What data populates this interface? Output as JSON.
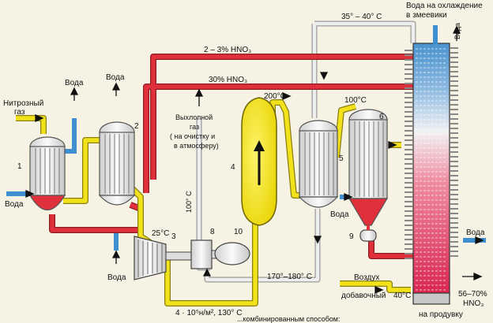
{
  "labels": {
    "nitrous_gas_1": "Нитрозный",
    "nitrous_gas_2": "газ",
    "water_top_1": "Вода",
    "water_top_2": "Вода",
    "water_left_in": "Вода",
    "water_bottom_2": "Вода",
    "hno3_weak": "2 – 3% HNO₃",
    "hno3_30": "30% HNO₃",
    "exhaust_1": "Выхлопной",
    "exhaust_2": "газ",
    "exhaust_3": "( на очистку и",
    "exhaust_4": "в атмосферу)",
    "temp_100c_vertical": "100° C",
    "temp_25c": "25°C",
    "pressure_temp": "4 · 10⁵н/м², 130° C",
    "temp_200c": "200°C",
    "temp_170_180": "170°–180° C",
    "temp_35_40": "35° – 40° C",
    "water_cooling_1": "Вода на охлаждение",
    "water_cooling_2": "в змеевики",
    "temp_100c_right": "100°C",
    "water_mid_right": "Вода",
    "water_side_right": "Вода",
    "water_top_right": "Вода",
    "air": "Воздух",
    "additional": "добавочный",
    "temp_40c": "40°C",
    "product_1": "56–70%",
    "product_2": "HNO₃",
    "to_blowing": "на продувку",
    "bottom_caption": "...комбинированным способом:"
  },
  "numbers": {
    "n1": "1",
    "n2": "2",
    "n3": "3",
    "n4": "4",
    "n5": "5",
    "n6": "6",
    "n8": "8",
    "n9": "9",
    "n10": "10"
  },
  "colors": {
    "background": "#f6f2e4",
    "red_line": "#e0303c",
    "yellow_line": "#f2e21c",
    "blue_line": "#3d8fd0",
    "gray_line": "#d4d4d4",
    "reactor_yellow": "#f4e418",
    "tower_red": "#de2a52",
    "tower_blue": "#4a93cf"
  }
}
